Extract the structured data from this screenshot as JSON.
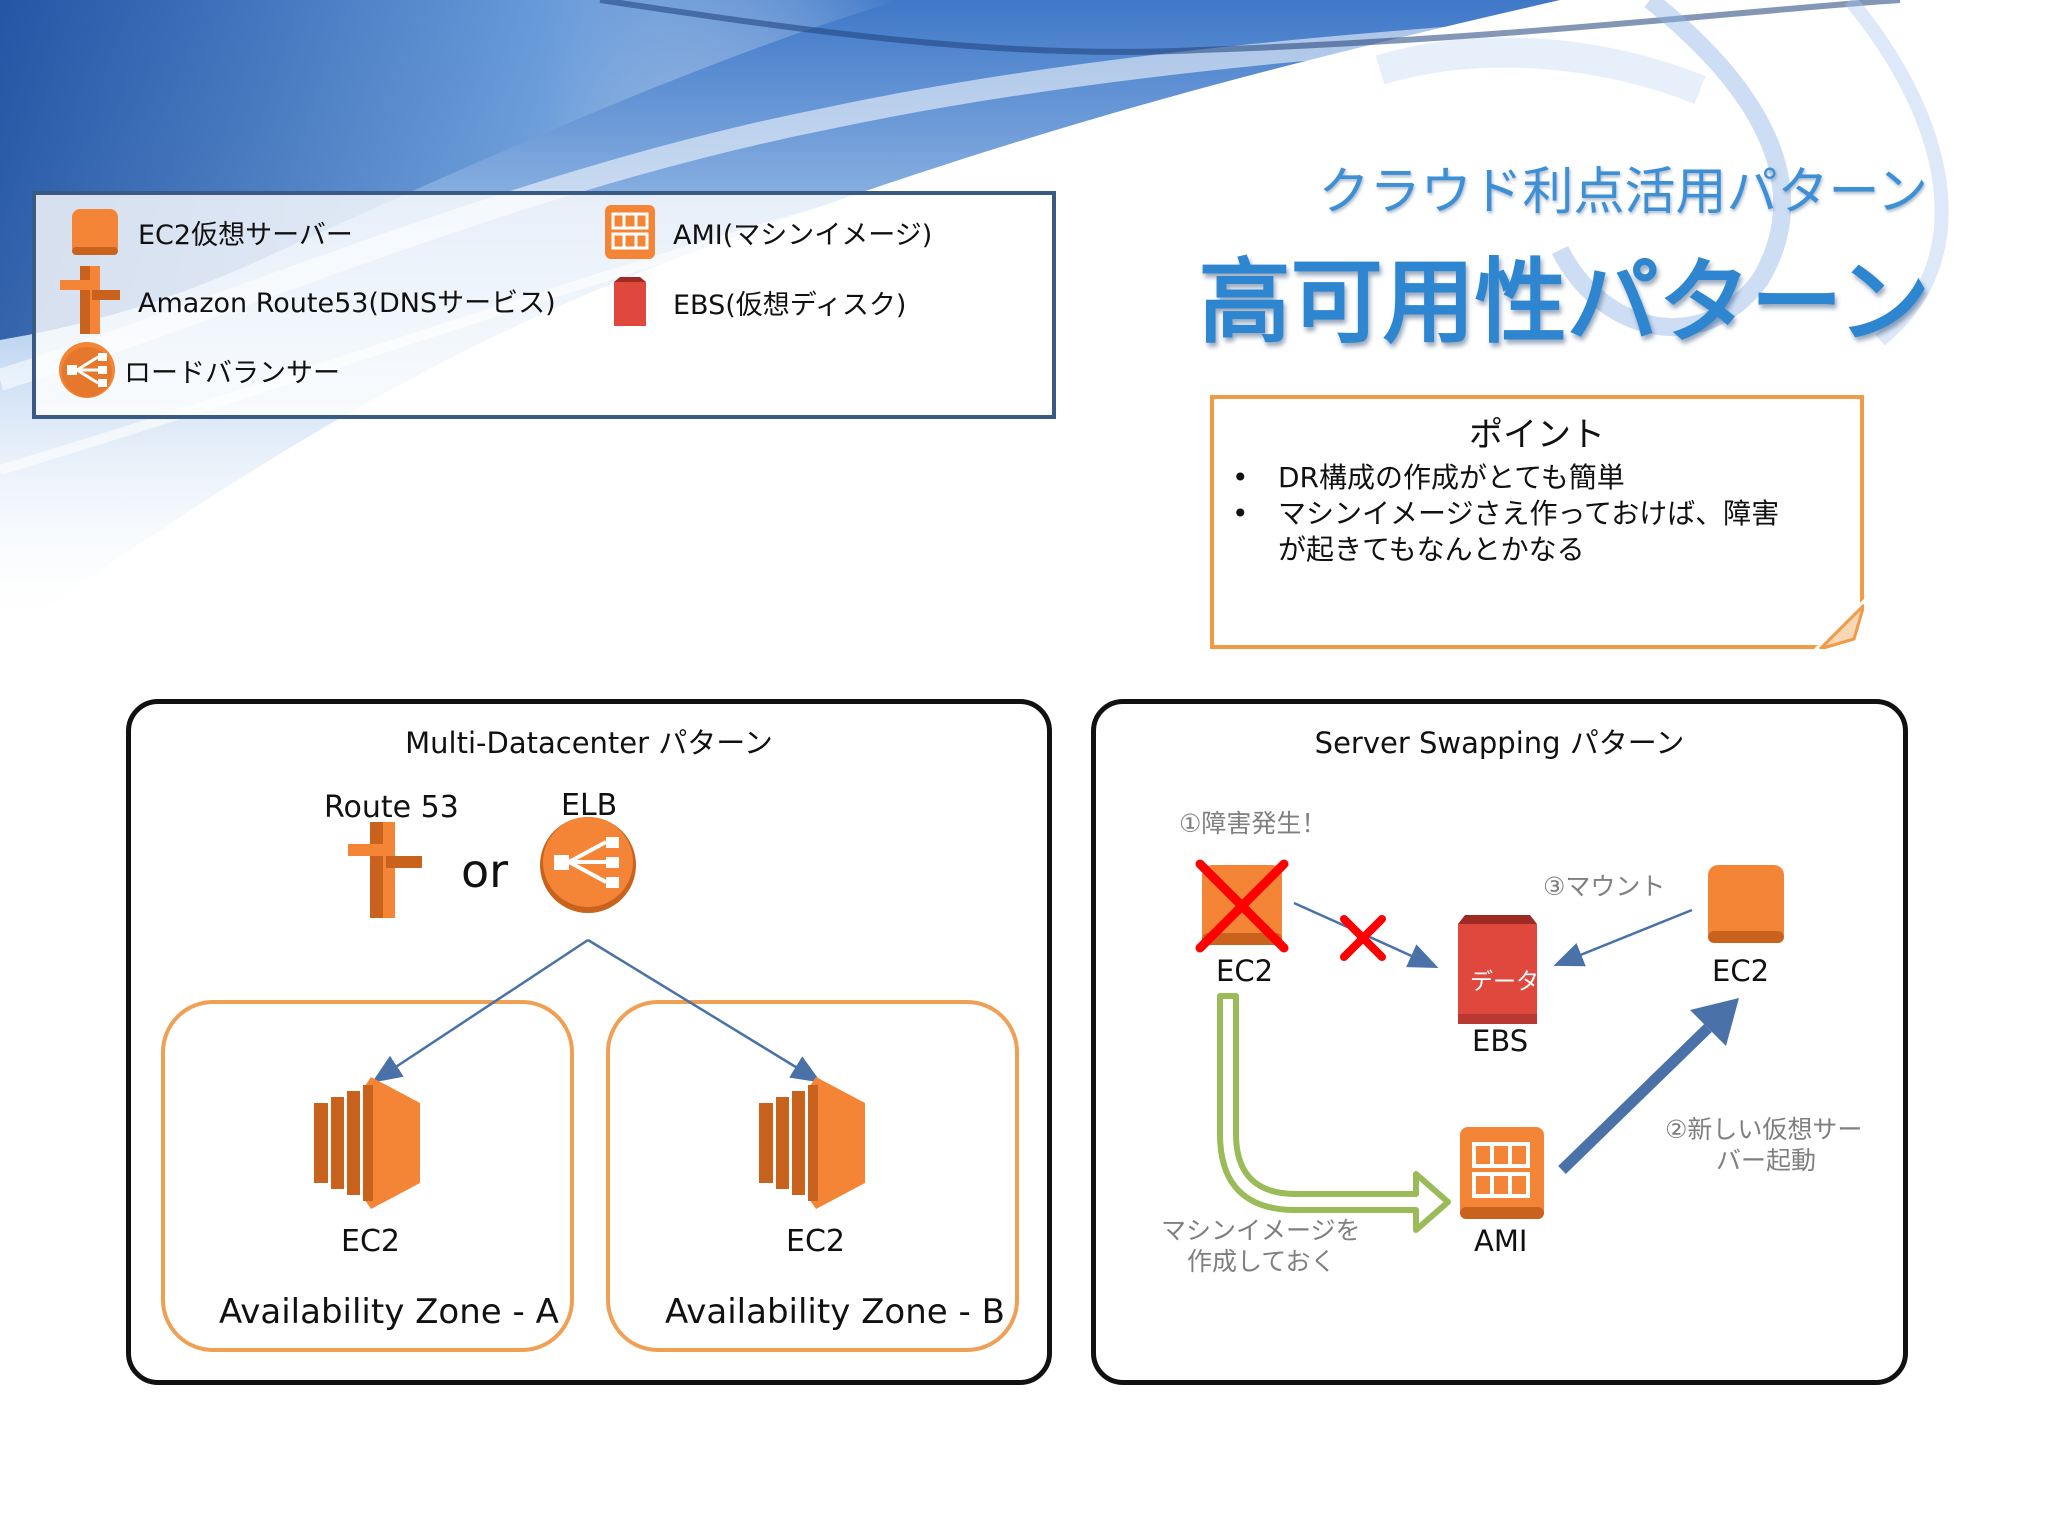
{
  "legend": {
    "ec2_label": "EC2仮想サーバー",
    "ami_label": "AMI(マシンイメージ)",
    "route53_label": "Amazon Route53(DNSサービス)",
    "ebs_label": "EBS(仮想ディスク)",
    "elb_label": "ロードバランサー"
  },
  "header": {
    "subtitle": "クラウド利点活用パターン",
    "title": "高可用性パターン"
  },
  "point": {
    "heading": "ポイント",
    "items": [
      "DR構成の作成がとても簡単",
      "マシンイメージさえ作っておけば、障害が起きてもなんとかなる"
    ]
  },
  "multi_dc": {
    "title": "Multi-Datacenter パターン",
    "route53_label": "Route 53",
    "or_label": "or",
    "elb_label": "ELB",
    "zones": [
      {
        "ec2_label": "EC2",
        "zone_label": "Availability Zone - A"
      },
      {
        "ec2_label": "EC2",
        "zone_label": "Availability Zone - B"
      }
    ]
  },
  "server_swap": {
    "title": "Server Swapping パターン",
    "step1": "①障害発生！",
    "step3": "③マウント",
    "step2_line1": "②新しい仮想サー",
    "step2_line2": "バー起動",
    "old_ec2_label": "EC2",
    "new_ec2_label": "EC2",
    "ebs_label": "EBS",
    "ebs_data_label": "データ",
    "ami_label": "AMI",
    "create_image_line1": "マシンイメージを",
    "create_image_line2": "作成しておく"
  },
  "colors": {
    "aws_orange": "#f58536",
    "aws_dark_orange": "#c9621d",
    "ebs_red": "#e0483e",
    "legend_border": "#3a5a86",
    "title_blue": "#2f86d0",
    "note_border": "#f29a45",
    "zone_border": "#f0a055",
    "arrow_blue": "#4a72a8",
    "green_arrow": "#9bbb59",
    "cross_red": "#ff0000"
  }
}
